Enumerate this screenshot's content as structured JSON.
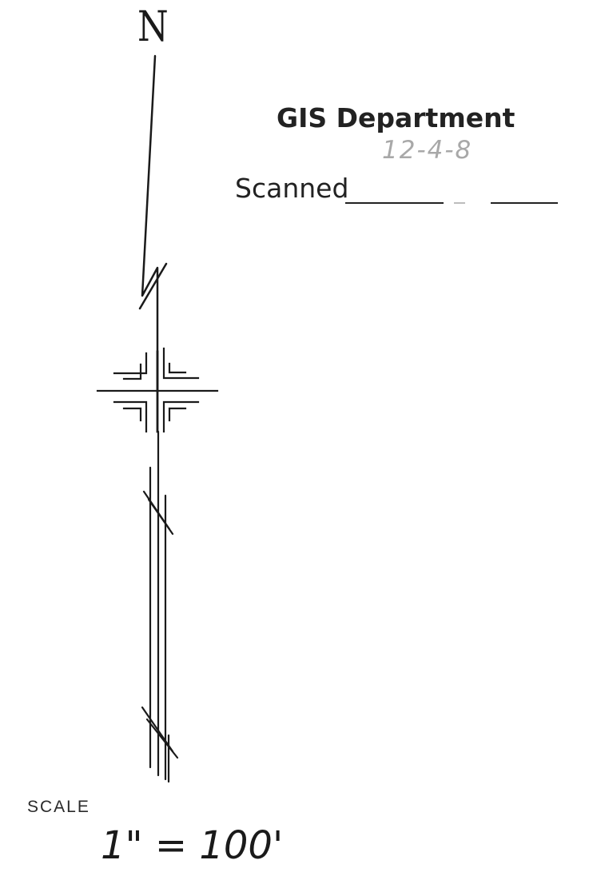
{
  "north_arrow": {
    "letter": "N"
  },
  "stamp": {
    "department": "GIS Department",
    "scanned_label": "Scanned",
    "scanned_date_handwritten": "12-4-8"
  },
  "scale": {
    "label": "SCALE",
    "value": "1\" = 100'"
  }
}
